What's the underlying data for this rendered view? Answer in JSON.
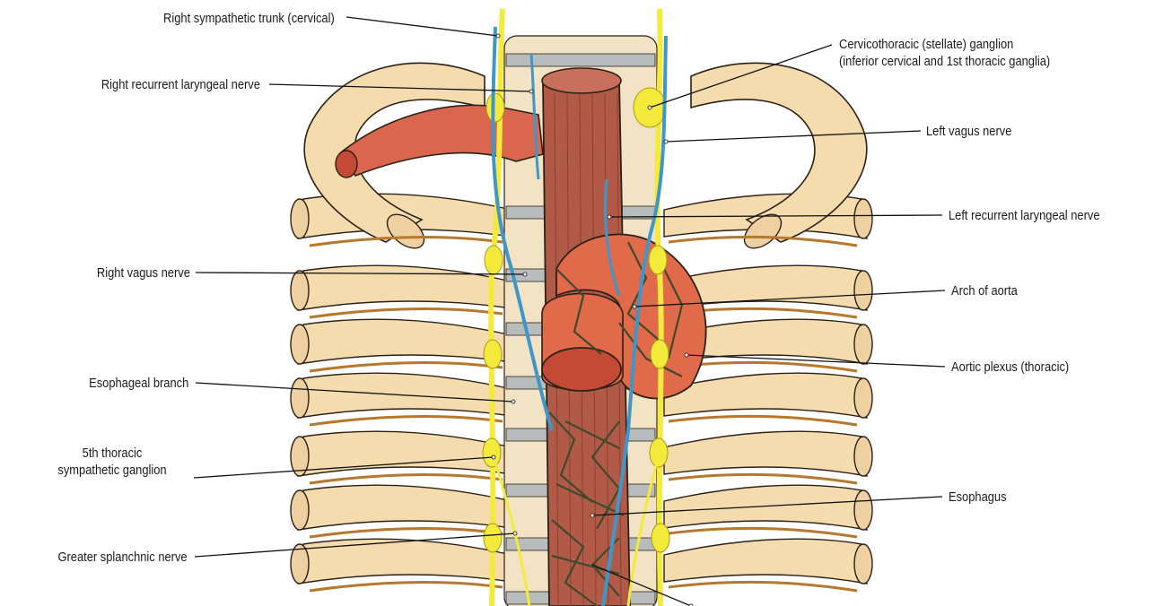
{
  "labels": {
    "right_sympathetic_trunk": "Right sympathetic trunk (cervical)",
    "right_recurrent_laryngeal": "Right recurrent laryngeal nerve",
    "right_vagus": "Right vagus nerve",
    "esophageal_branch": "Esophageal branch",
    "fifth_thoracic_ganglion": "5th thoracic\nsympathetic ganglion",
    "greater_splanchnic": "Greater splanchnic nerve",
    "cervicothoracic_ganglion": "Cervicothoracic (stellate) ganglion\n(inferior cervical and 1st thoracic ganglia)",
    "left_vagus": "Left vagus nerve",
    "left_recurrent_laryngeal": "Left recurrent laryngeal nerve",
    "arch_of_aorta": "Arch of aorta",
    "aortic_plexus": "Aortic plexus (thoracic)",
    "esophagus": "Esophagus"
  },
  "colors": {
    "rib": "#f5dcae",
    "rib_outline": "#2b2118",
    "vertebra": "#f2e3c4",
    "disc": "#b9bcbc",
    "esophagus": "#b25a48",
    "aorta": "#e06a4a",
    "vein": "#d9664d",
    "sympathetic_nerve": "#f4ea3c",
    "vagus_nerve": "#3f97c9",
    "vessel_net": "#3e4a2a",
    "intercostal": "#b7772c",
    "leader": "#111111"
  }
}
